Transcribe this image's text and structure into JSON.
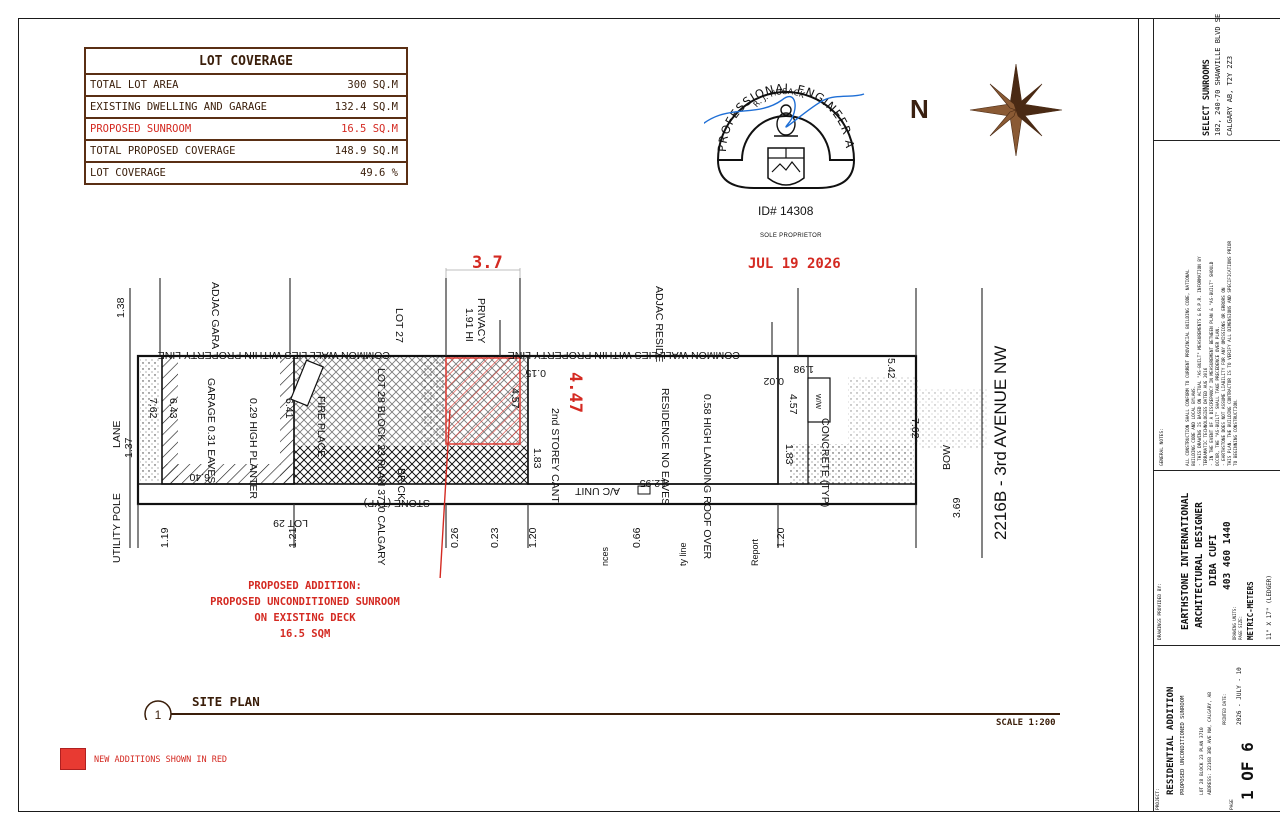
{
  "lot_coverage": {
    "title": "LOT COVERAGE",
    "rows": [
      {
        "label": "TOTAL LOT AREA",
        "value": "300 SQ.M",
        "highlight": false
      },
      {
        "label": "EXISTING DWELLING AND GARAGE",
        "value": "132.4 SQ.M",
        "highlight": false
      },
      {
        "label": "PROPOSED SUNROOM",
        "value": "16.5 SQ.M",
        "highlight": true
      },
      {
        "label": "TOTAL PROPOSED COVERAGE",
        "value": "148.9 SQ.M",
        "highlight": false
      },
      {
        "label": "LOT COVERAGE",
        "value": "49.6 %",
        "highlight": false
      }
    ]
  },
  "seal": {
    "outer_text": "PROFESSIONAL ENGINEER ALBERTA",
    "name": "R. J. HUSACK",
    "id": "ID# 14308",
    "sole": "SOLE PROPRIETOR",
    "date": "JUL 19 2026"
  },
  "compass": {
    "north_label": "N"
  },
  "plan": {
    "street": "2216B - 3rd AVENUE NW",
    "lane": "LANE",
    "utility_pole": "UTILITY POLE",
    "dims": {
      "sunroom_width": "3.7",
      "sunroom_depth": "4.47",
      "d138": "1.38",
      "d762": "7.62",
      "d137": "1.37",
      "d643": "6.43",
      "d641": "6.41",
      "d640": "6.40",
      "d119": "1.19",
      "d121": "1.21",
      "d026": "0.26",
      "d023": "0.23",
      "d120a": "1.20",
      "d066": "0.66",
      "d120b": "1.20",
      "d369": "3.69",
      "d542": "5.42",
      "d762b": "7.62",
      "d457a": "4.57",
      "d457b": "4.57",
      "d183a": "1.83",
      "d183b": "1.83",
      "d1295": "12.95",
      "d198": "1.98",
      "d002": "0.02",
      "d015": "0.15",
      "d191": "1.91 HI"
    },
    "labels": {
      "adj_garage": "ADJAC GARA",
      "adj_res": "ADJAC RESIDE",
      "common_wall_1": "COMMON WALL LIES WITHIN PROPERTY LINE",
      "common_wall_2": "COMMON WALL LIES WITHIN PROPERTY LINE",
      "garage": "GARAGE 0.31 EAVES",
      "planter": "0.29 HIGH PLANTER",
      "fireplace": "FIRE PLACE",
      "lot28": "LOT 28 BLOCK 23 PLAN 3710 CALGARY",
      "lot27": "LOT 27",
      "lot29": "LOT 29",
      "privacy": "PRIVACY",
      "residence": "RESIDENCE NO EAVES",
      "landing": "0.58 HIGH LANDING ROOF OVER",
      "cant": "2nd STOREY CANT",
      "concrete": "CONCRETE (TYP)",
      "ac": "A/C UNIT",
      "brick": "BRICK",
      "stone": "STONE (TYP)",
      "bow": "BOW",
      "ww": "W/W",
      "frag1": "nces",
      "frag2": "ty line",
      "frag3": "Report"
    }
  },
  "callout": {
    "line1": "PROPOSED ADDITION:",
    "line2": "PROPOSED UNCONDITIONED SUNROOM",
    "line3": "ON EXISTING DECK",
    "line4": "16.5 SQM"
  },
  "site_plan": {
    "number": "1",
    "title": "SITE PLAN",
    "scale": "SCALE 1:200"
  },
  "legend": {
    "text": "NEW ADDITIONS SHOWN IN RED",
    "color": "#e83a32"
  },
  "title_block": {
    "company": "SELECT SUNROOMS",
    "company_addr1": "102, 240-70 SHAWVILLE BLVD SE",
    "company_addr2": "CALGARY AB, T2Y 2Z3",
    "notes_label": "GENERAL NOTES:",
    "notes": [
      "ALL CONSTRUCTION SHALL CONFORM TO CURRENT PROVINCIAL BUILDING CODE, NATIONAL",
      "BUILDING CODE AND LOCAL BYLAWS.",
      "- THIS DRAWING IS BASED ON ACTUAL \"AS-BUILT\" MEASUREMENTS & R.P.R. INFORMATION BY",
      "TERRAMATIC TECHNOLOGIES DATED AUG 2016",
      "- IN THE EVENT OF A DISCREPANCY IN MEASUREMENT BETWEEN PLAN & \"AS-BUILT\" SHOULD",
      "OCCUR, THE \"AS-BUILT\" SHALL TAKE PRECEDENCE OVER PLAN.",
      "- EARTHSTONE DOES NOT ASSUME LIABILITY FOR ANY OMISSIONS OR ERRORS ON",
      "THIS PLAN. THE BUILDING CONTRACTOR IS TO VERIFY ALL DIMENSIONS AND SPECIFICATIONS PRIOR",
      "TO BEGINNING CONSTRUCTION."
    ],
    "provided_by": "DRAWINGS PROVIDED BY:",
    "designer1": "EARTHSTONE INTERNATIONAL",
    "designer2": "ARCHITECTURAL DESIGNER",
    "designer3": "DIBA CUFI",
    "designer4": "403 460 1440",
    "drawing_units_label": "DRAWING UNITS:",
    "page_size_label": "PAGE SIZE:",
    "units": "METRIC-METERS",
    "page_size": "11\" X 17\" (LEDGER)",
    "printed_label": "PRINTED DATE:",
    "printed": "2026 - JULY - 10",
    "project_label": "PROJECT:",
    "project1": "RESIDENTIAL ADDITION",
    "project2": "PROPOSED UNCONDITIONED SUNROOM",
    "project3": "LOT 28 BLOCK 23 PLAN 3710",
    "project4": "ADDRESS: 2216B 3RD AVE NW, CALGARY, AB",
    "page_label": "PAGE",
    "page": "1 OF 6"
  }
}
